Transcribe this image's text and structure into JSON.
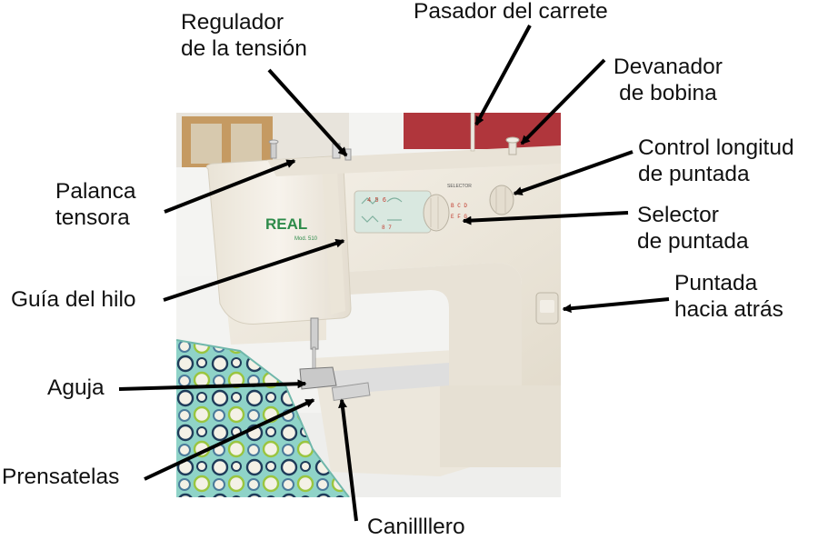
{
  "labels": {
    "regulador_line1": "Regulador",
    "regulador_line2": "de la tensión",
    "pasador": "Pasador del carrete",
    "devanador_line1": "Devanador",
    "devanador_line2": "de bobina",
    "palanca_line1": "Palanca",
    "palanca_line2": "tensora",
    "control_line1": "Control longitud",
    "control_line2": "de puntada",
    "selector_line1": "Selector",
    "selector_line2": "de puntada",
    "guia": "Guía del hilo",
    "puntada_line1": "Puntada",
    "puntada_line2": "hacia atrás",
    "aguja": "Aguja",
    "prensatelas": "Prensatelas",
    "canillero": "Canillllero"
  },
  "machine": {
    "brand": "REAL",
    "model": "Mod. 510",
    "panel_text": "SELECTOR"
  },
  "colors": {
    "background": "#ffffff",
    "label_text": "#111111",
    "arrow": "#000000",
    "machine_body": "#f1ece1",
    "brand_green": "#2e8b4a",
    "wall_red": "#b0363c",
    "fabric_teal": "#8fd3c8"
  }
}
